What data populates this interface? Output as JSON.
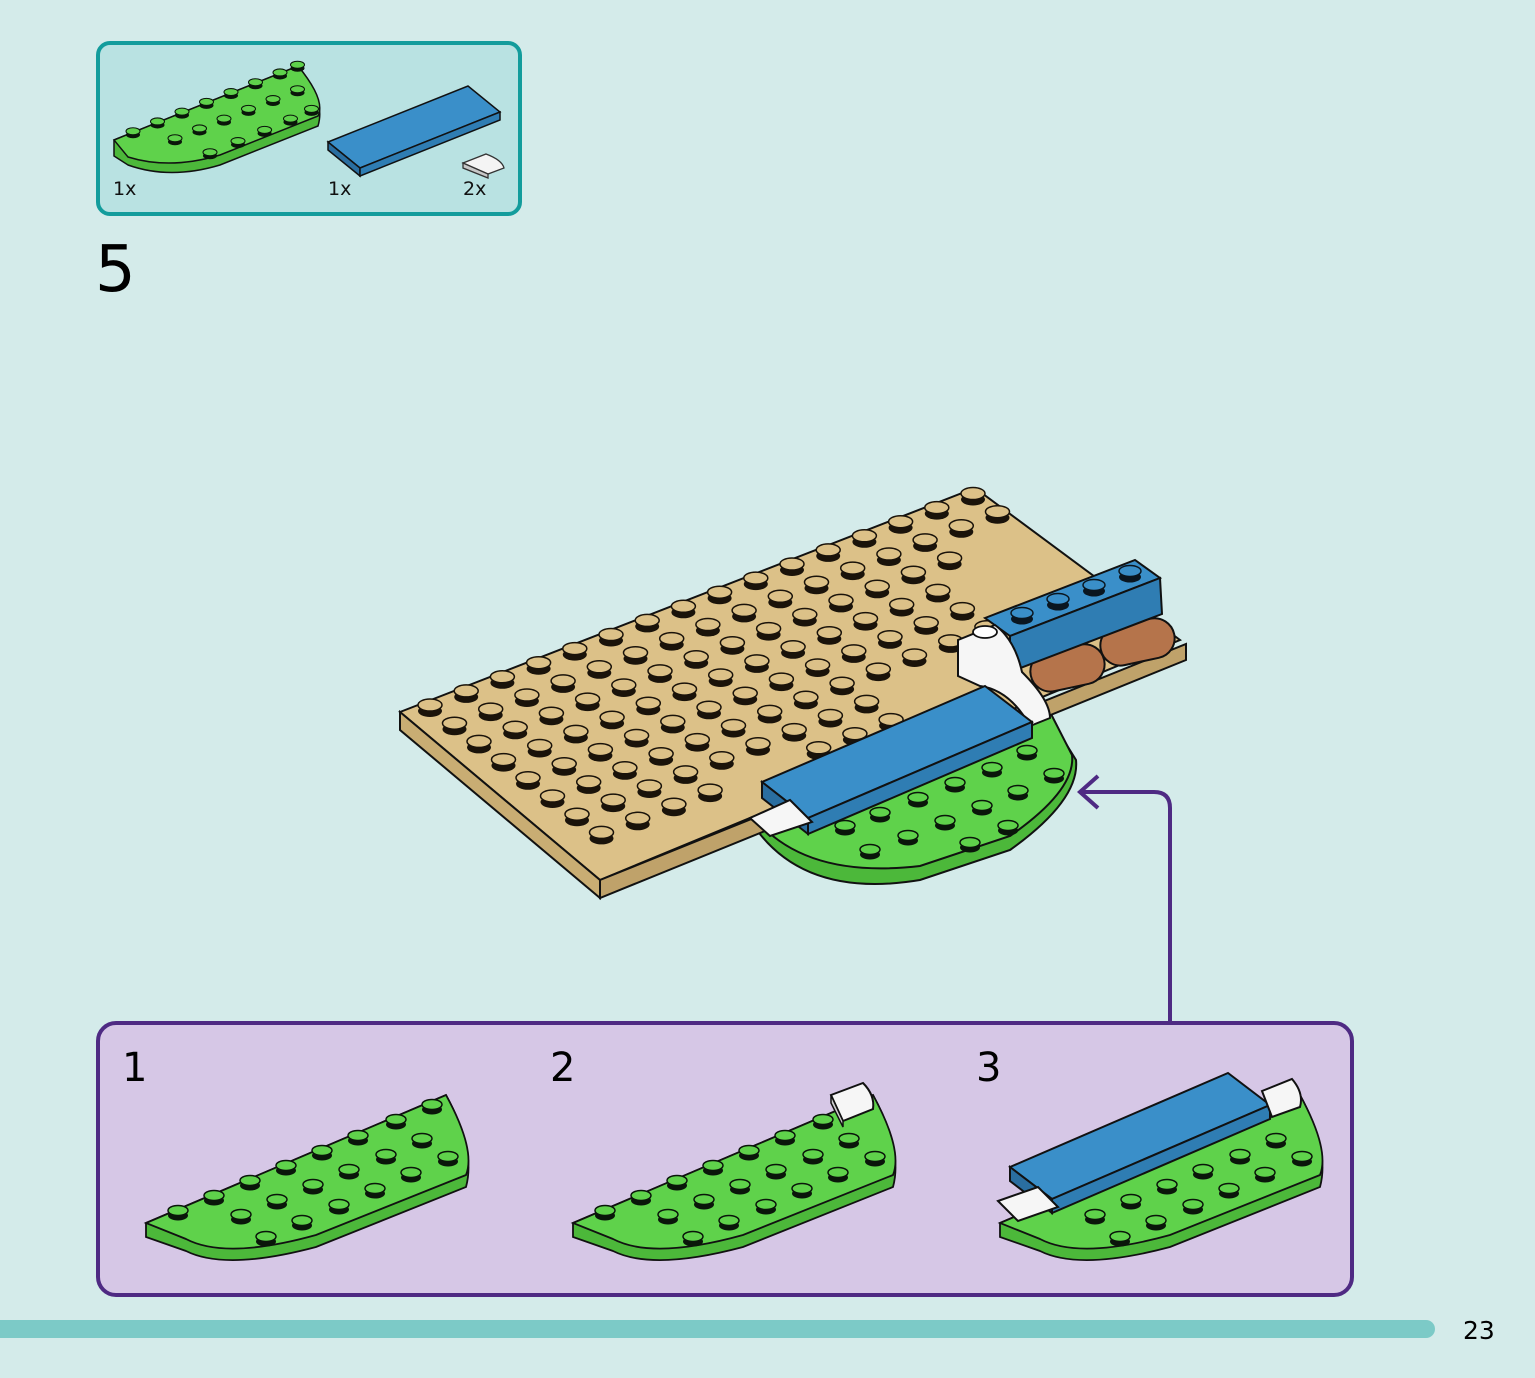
{
  "parts_list": {
    "items": [
      {
        "qty": "1x",
        "icon": "green-half-round-plate"
      },
      {
        "qty": "1x",
        "icon": "blue-tile"
      },
      {
        "qty": "2x",
        "icon": "white-slope-tile"
      }
    ]
  },
  "step": {
    "number": "5"
  },
  "substeps": [
    {
      "number": "1"
    },
    {
      "number": "2"
    },
    {
      "number": "3"
    }
  ],
  "page": {
    "number": "23"
  },
  "colors": {
    "background": "#d4ebea",
    "parts_border": "#139c9c",
    "substep_border": "#4e2a83",
    "substep_fill": "#d6c7e6",
    "green": "#5fd24b",
    "tan": "#dcc188",
    "blue": "#3a8fc9",
    "brown": "#b5744b",
    "progress": "#7ccac7"
  }
}
